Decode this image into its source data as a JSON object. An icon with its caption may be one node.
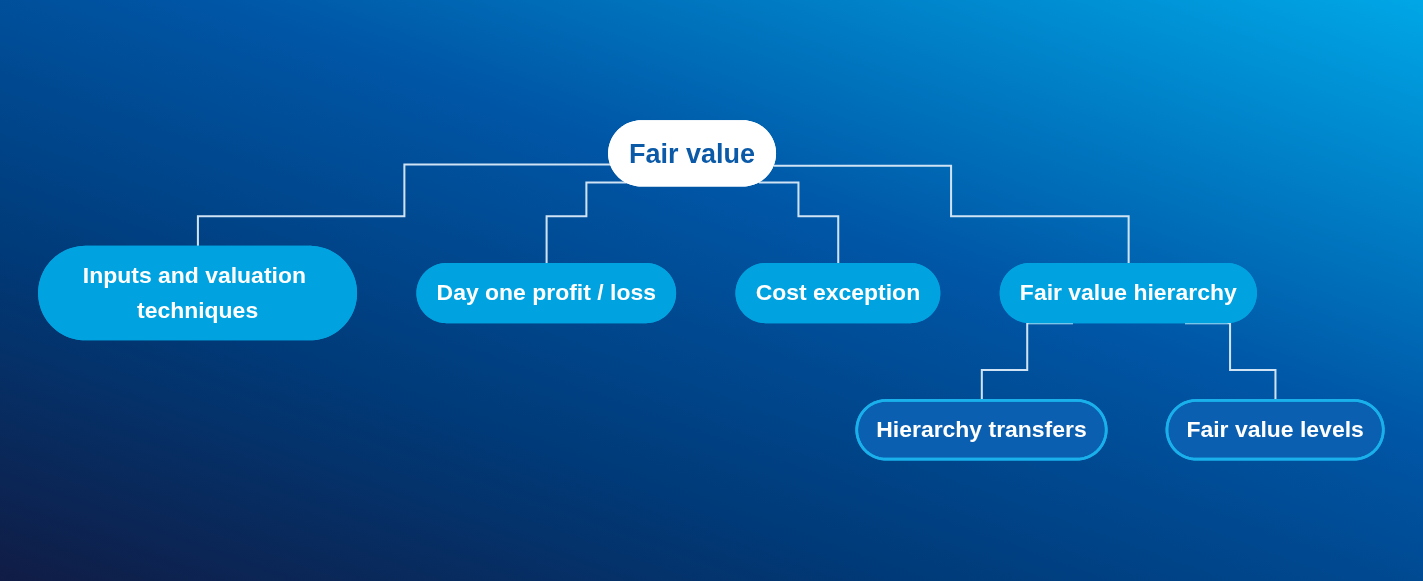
{
  "diagram": {
    "nodes": [
      {
        "text": [
          "Fair value"
        ]
      },
      {
        "text": [
          "Inputs and valuation techniques"
        ]
      },
      {
        "text": [
          "Day one profit / loss"
        ]
      },
      {
        "text": [
          "Cost exception"
        ]
      },
      {
        "text": [
          "Fair value hierarchy"
        ]
      },
      {
        "text": [
          "Hierarchy transfers"
        ]
      },
      {
        "text": [
          "Fair value levels"
        ]
      }
    ],
    "edges": [
      {
        "from": 0,
        "to": 1,
        "arrow": "none"
      },
      {
        "from": 0,
        "to": 2,
        "arrow": "none"
      },
      {
        "from": 0,
        "to": 3,
        "arrow": "none"
      },
      {
        "from": 0,
        "to": 4,
        "arrow": "none"
      },
      {
        "from": 4,
        "to": 5,
        "arrow": "none"
      },
      {
        "from": 4,
        "to": 6,
        "arrow": "none"
      }
    ]
  }
}
